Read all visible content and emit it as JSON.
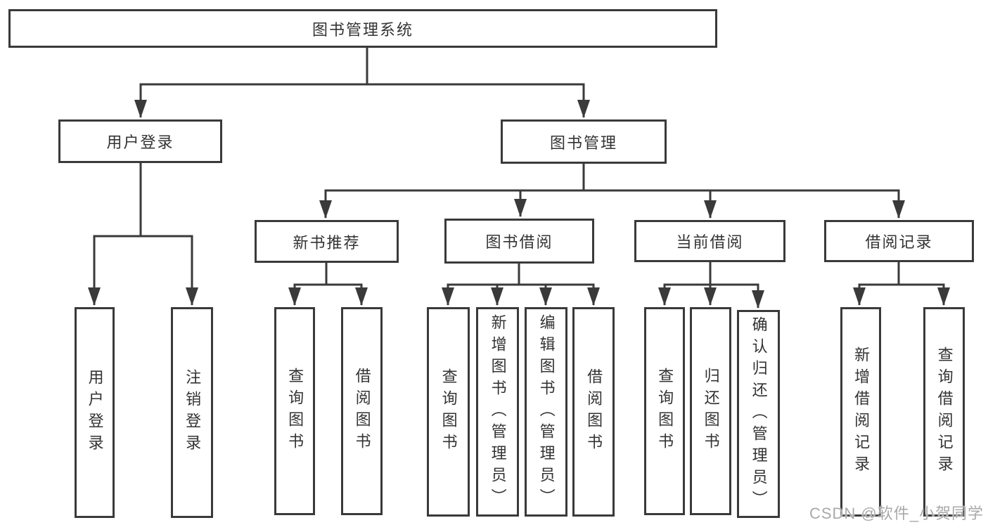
{
  "diagram": {
    "root": {
      "label": "图书管理系统"
    },
    "branches": [
      {
        "label": "用户登录",
        "children": [
          "用户登录",
          "注销登录"
        ]
      },
      {
        "label": "图书管理",
        "children": [
          {
            "label": "新书推荐",
            "children": [
              "查询图书",
              "借阅图书"
            ]
          },
          {
            "label": "图书借阅",
            "children": [
              "查询图书",
              "新增图书（管理员）",
              "编辑图书（管理员）",
              "借阅图书"
            ]
          },
          {
            "label": "当前借阅",
            "children": [
              "查询图书",
              "归还图书",
              "确认归还（管理员）"
            ]
          },
          {
            "label": "借阅记录",
            "children": [
              "新增借阅记录",
              "查询借阅记录"
            ]
          }
        ]
      }
    ],
    "watermark": "CSDN @软件_小贺同学",
    "colors": {
      "line": "#3a3a3a",
      "text": "#333333",
      "watermark": "#a9a9a9",
      "background": "#ffffff"
    }
  }
}
